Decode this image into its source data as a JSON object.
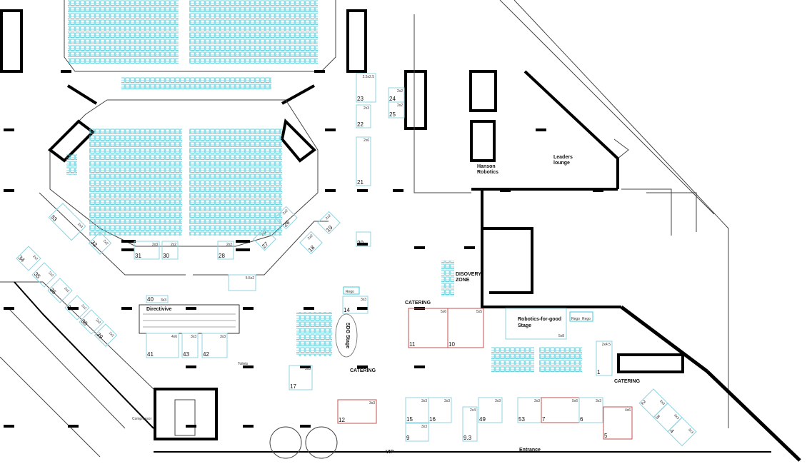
{
  "labels": {
    "hanson": [
      "Hanson",
      "Robotics"
    ],
    "leaders": [
      "Leaders",
      "lounge"
    ],
    "discovery": [
      "DISOVERY",
      "ZONE"
    ],
    "catering": "CATERING",
    "rfg_stage": [
      "Robotics-for-good",
      "Stage"
    ],
    "rfg_size": "5x8",
    "sdg_stage": "SDG Stage",
    "directivive": "Directivive",
    "vip": "VIP",
    "entrance": "Entrance",
    "compressor": "Compressor",
    "rego": "Rego",
    "toilets": "Toilets"
  },
  "booths": [
    {
      "num": "23",
      "size": "2.5x2.5"
    },
    {
      "num": "22",
      "size": "2x3"
    },
    {
      "num": "21",
      "size": "2x6"
    },
    {
      "num": "24",
      "size": "2x2"
    },
    {
      "num": "25",
      "size": "2x2"
    },
    {
      "num": "33",
      "size": "2x3"
    },
    {
      "num": "32",
      "size": "2x2"
    },
    {
      "num": "31",
      "size": "2x3"
    },
    {
      "num": "30",
      "size": "2x2"
    },
    {
      "num": "28",
      "size": "2x2"
    },
    {
      "num": "27",
      "size": "2x2"
    },
    {
      "num": "26",
      "size": "2x2"
    },
    {
      "num": "19",
      "size": "2x2"
    },
    {
      "num": "18",
      "size": "2x2"
    },
    {
      "num": "20",
      "size": ""
    },
    {
      "num": "",
      "size": "5.5x2"
    },
    {
      "num": "34",
      "size": "2x2"
    },
    {
      "num": "35",
      "size": "2x2"
    },
    {
      "num": "36",
      "size": "2x2"
    },
    {
      "num": "37",
      "size": "2x2"
    },
    {
      "num": "38",
      "size": "2x2"
    },
    {
      "num": "39",
      "size": "2x2"
    },
    {
      "num": "40",
      "size": "3x3"
    },
    {
      "num": "41",
      "size": "4x6"
    },
    {
      "num": "43",
      "size": "3x3"
    },
    {
      "num": "42",
      "size": "3x3"
    },
    {
      "num": "14",
      "size": "3x3"
    },
    {
      "num": "17",
      "size": "3x3"
    },
    {
      "num": "11",
      "size": "5x6"
    },
    {
      "num": "10",
      "size": "5x5"
    },
    {
      "num": "12",
      "size": "3x3"
    },
    {
      "num": "15",
      "size": "3x3"
    },
    {
      "num": "16",
      "size": "3x3"
    },
    {
      "num": "9",
      "size": "3x3"
    },
    {
      "num": "9.3",
      "size": "2x4"
    },
    {
      "num": "49",
      "size": "3x3"
    },
    {
      "num": "53",
      "size": "3x3"
    },
    {
      "num": "7",
      "size": "5x6"
    },
    {
      "num": "6",
      "size": "3x3"
    },
    {
      "num": "5",
      "size": "4x6"
    },
    {
      "num": "1",
      "size": "2x4.5"
    },
    {
      "num": "2",
      "size": "3x3"
    },
    {
      "num": "3",
      "size": "3x3"
    },
    {
      "num": "4",
      "size": "3x3"
    }
  ],
  "colors": {
    "booth": "#8fd3df",
    "feature_booth": "#c0504d",
    "seating": "#40c8d8",
    "wall": "#000000"
  }
}
